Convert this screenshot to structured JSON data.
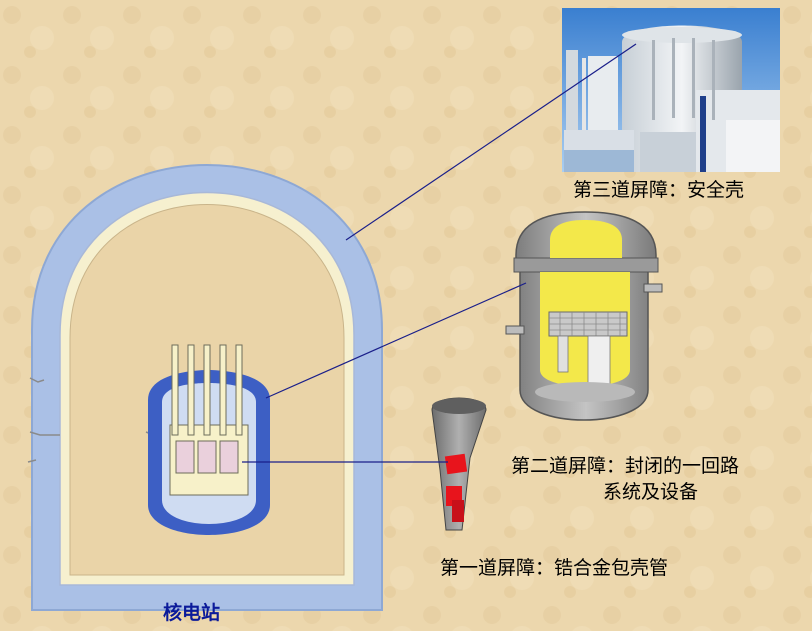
{
  "labels": {
    "barrier3": "第三道屏障：安全壳",
    "barrier2_line1": "第二道屏障：封闭的一回路",
    "barrier2_line2": "系统及设备",
    "barrier1": "第一道屏障：锆合金包壳管",
    "station": "核电站"
  },
  "colors": {
    "background": "#ecd7ad",
    "dome_outer": "#aac0e6",
    "dome_inner_band": "#f6f0cf",
    "vessel_blue": "#3d5fc4",
    "vessel_light": "#cfdcf2",
    "leader_line": "#1a1f8a",
    "fuel_red": "#e8141c",
    "fuel_grey": "#8c8c8c",
    "station_label": "#0b1a9a"
  }
}
